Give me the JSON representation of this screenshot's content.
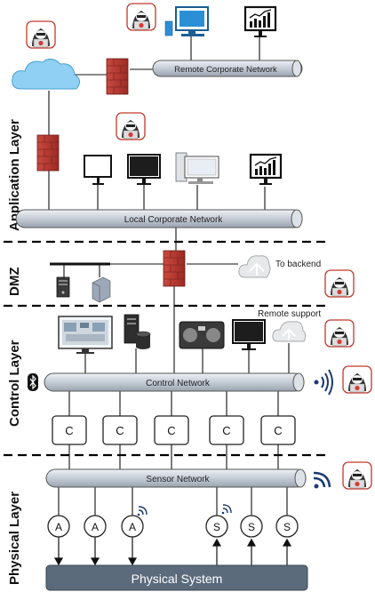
{
  "layers": {
    "application": "Application Layer",
    "dmz": "DMZ",
    "control": "Control Layer",
    "physical": "Physical Layer"
  },
  "networks": {
    "remote_corporate": "Remote Corporate Network",
    "local_corporate": "Local Corporate Network",
    "control": "Control Network",
    "sensor": "Sensor Network"
  },
  "labels": {
    "to_backend": "To backend",
    "remote_support": "Remote support",
    "physical_system": "Physical System"
  },
  "controllers": [
    "C",
    "C",
    "C",
    "C",
    "C"
  ],
  "actuators": [
    "A",
    "A",
    "A"
  ],
  "sensors": [
    "S",
    "S",
    "S"
  ],
  "colors": {
    "pipe": "#c9d0db",
    "pipe_stroke": "#5b6470",
    "firewall": "#b8342c",
    "cloud": "#8fd0f4",
    "attacker_border": "#c0392b",
    "physical_box": "#5b6b7c",
    "dash": "#000000"
  },
  "icons": [
    "hacker-icon",
    "firewall-icon",
    "cloud-icon",
    "desktop-computer-icon",
    "monitor-icon",
    "chart-monitor-icon",
    "server-icon",
    "database-icon",
    "bluetooth-icon",
    "wireless-icon",
    "wifi-icon"
  ]
}
